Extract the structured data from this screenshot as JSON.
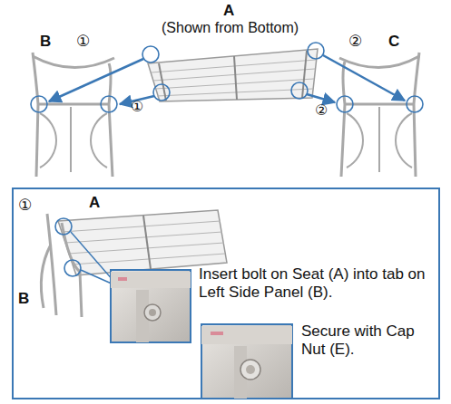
{
  "diagram": {
    "labels": [
      "A",
      "(Shown from Bottom)",
      "B",
      "①",
      "②",
      "C",
      "①",
      "②",
      "①",
      "A",
      "B",
      "Insert bolt on Seat (A) into tab on Left Side Panel (B).",
      "Secure with Cap Nut (E)."
    ]
  }
}
